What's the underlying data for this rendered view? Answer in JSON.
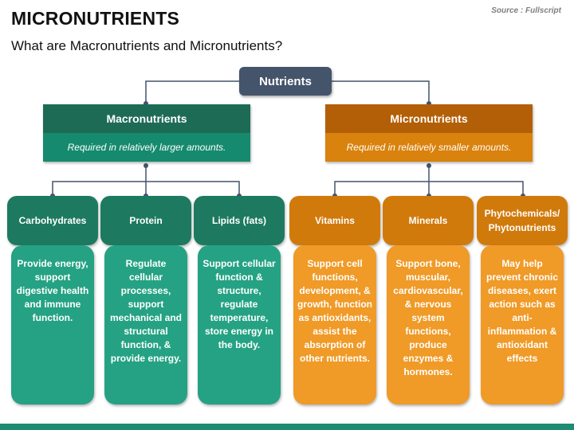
{
  "header": {
    "title": "MICRONUTRIENTS",
    "subtitle": "What are Macronutrients and Micronutrients?",
    "source": "Source : Fullscript"
  },
  "root": {
    "label": "Nutrients"
  },
  "categories": [
    {
      "title": "Macronutrients",
      "description": "Required in relatively larger amounts."
    },
    {
      "title": "Micronutrients",
      "description": "Required in relatively smaller amounts."
    }
  ],
  "items": [
    {
      "title": "Carbohydrates",
      "text": "Provide energy, support digestive health and immune function."
    },
    {
      "title": "Protein",
      "text": "Regulate cellular processes, support mechanical and structural function, & provide energy."
    },
    {
      "title": "Lipids (fats)",
      "text": "Support cellular function & structure, regulate temperature, store energy in the body."
    },
    {
      "title": "Vitamins",
      "text": "Support cell functions, development, & growth, function as antioxidants, assist the absorption of other nutrients."
    },
    {
      "title": "Minerals",
      "text": "Support bone, muscular, cardiovascular, & nervous system functions, produce enzymes & hormones."
    },
    {
      "title": "Phytochemicals/ Phytonutrients",
      "text": "May help prevent chronic diseases, exert action such as anti-inflammation & antioxidant effects"
    }
  ],
  "colors": {
    "root": "#44546a",
    "macro_header": "#1e6b55",
    "macro_desc": "#168a6e",
    "micro_header": "#b35f07",
    "micro_desc": "#d9820e",
    "green_card_head": "#1d7a60",
    "green_card_body": "#25a283",
    "orange_card_head": "#d17a0c",
    "orange_card_body": "#f09a27"
  }
}
